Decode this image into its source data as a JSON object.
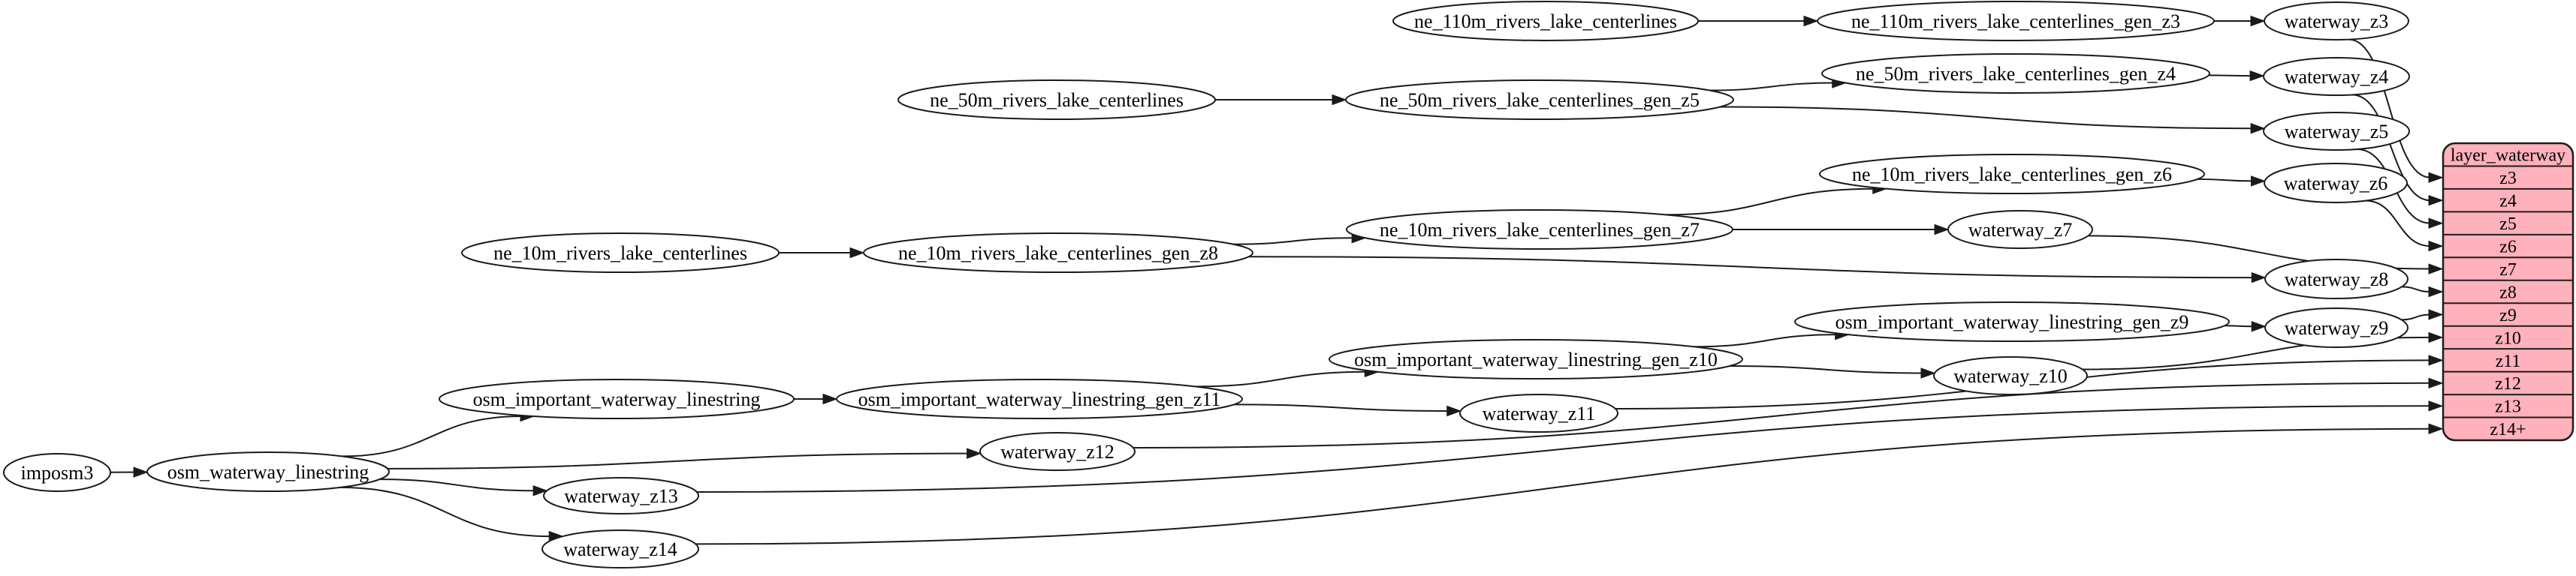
{
  "diagram": {
    "background_color": "#ffffff",
    "node_fill": "#ffffff",
    "node_stroke": "#1a1a1a",
    "edge_color": "#1a1a1a",
    "nodes": [
      {
        "id": "imposm3",
        "label": "imposm3"
      },
      {
        "id": "osm_waterway_linestring",
        "label": "osm_waterway_linestring"
      },
      {
        "id": "ne_10m_rivers_lake_centerlines",
        "label": "ne_10m_rivers_lake_centerlines"
      },
      {
        "id": "osm_important_waterway_linestring",
        "label": "osm_important_waterway_linestring"
      },
      {
        "id": "waterway_z13",
        "label": "waterway_z13"
      },
      {
        "id": "waterway_z14",
        "label": "waterway_z14"
      },
      {
        "id": "ne_50m_rivers_lake_centerlines",
        "label": "ne_50m_rivers_lake_centerlines"
      },
      {
        "id": "ne_10m_rivers_lake_centerlines_gen_z8",
        "label": "ne_10m_rivers_lake_centerlines_gen_z8"
      },
      {
        "id": "osm_important_waterway_linestring_gen_z11",
        "label": "osm_important_waterway_linestring_gen_z11"
      },
      {
        "id": "waterway_z12",
        "label": "waterway_z12"
      },
      {
        "id": "ne_110m_rivers_lake_centerlines",
        "label": "ne_110m_rivers_lake_centerlines"
      },
      {
        "id": "ne_50m_rivers_lake_centerlines_gen_z5",
        "label": "ne_50m_rivers_lake_centerlines_gen_z5"
      },
      {
        "id": "ne_10m_rivers_lake_centerlines_gen_z7",
        "label": "ne_10m_rivers_lake_centerlines_gen_z7"
      },
      {
        "id": "osm_important_waterway_linestring_gen_z10",
        "label": "osm_important_waterway_linestring_gen_z10"
      },
      {
        "id": "waterway_z11",
        "label": "waterway_z11"
      },
      {
        "id": "ne_110m_rivers_lake_centerlines_gen_z3",
        "label": "ne_110m_rivers_lake_centerlines_gen_z3"
      },
      {
        "id": "ne_50m_rivers_lake_centerlines_gen_z4",
        "label": "ne_50m_rivers_lake_centerlines_gen_z4"
      },
      {
        "id": "ne_10m_rivers_lake_centerlines_gen_z6",
        "label": "ne_10m_rivers_lake_centerlines_gen_z6"
      },
      {
        "id": "waterway_z7",
        "label": "waterway_z7"
      },
      {
        "id": "osm_important_waterway_linestring_gen_z9",
        "label": "osm_important_waterway_linestring_gen_z9"
      },
      {
        "id": "waterway_z10",
        "label": "waterway_z10"
      },
      {
        "id": "waterway_z3",
        "label": "waterway_z3"
      },
      {
        "id": "waterway_z4",
        "label": "waterway_z4"
      },
      {
        "id": "waterway_z5",
        "label": "waterway_z5"
      },
      {
        "id": "waterway_z6",
        "label": "waterway_z6"
      },
      {
        "id": "waterway_z8",
        "label": "waterway_z8"
      },
      {
        "id": "waterway_z9",
        "label": "waterway_z9"
      }
    ],
    "record": {
      "id": "layer_waterway",
      "title": "layer_waterway",
      "fill": "#ffb1bc",
      "stroke": "#1c1c1c",
      "rows": [
        {
          "id": "z3",
          "label": "z3"
        },
        {
          "id": "z4",
          "label": "z4"
        },
        {
          "id": "z5",
          "label": "z5"
        },
        {
          "id": "z6",
          "label": "z6"
        },
        {
          "id": "z7",
          "label": "z7"
        },
        {
          "id": "z8",
          "label": "z8"
        },
        {
          "id": "z9",
          "label": "z9"
        },
        {
          "id": "z10",
          "label": "z10"
        },
        {
          "id": "z11",
          "label": "z11"
        },
        {
          "id": "z12",
          "label": "z12"
        },
        {
          "id": "z13",
          "label": "z13"
        },
        {
          "id": "z14plus",
          "label": "z14+"
        }
      ]
    },
    "edges": [
      {
        "from": "imposm3",
        "to": "osm_waterway_linestring"
      },
      {
        "from": "osm_waterway_linestring",
        "to": "osm_important_waterway_linestring"
      },
      {
        "from": "osm_waterway_linestring",
        "to": "waterway_z12"
      },
      {
        "from": "osm_waterway_linestring",
        "to": "waterway_z13"
      },
      {
        "from": "osm_waterway_linestring",
        "to": "waterway_z14"
      },
      {
        "from": "ne_110m_rivers_lake_centerlines",
        "to": "ne_110m_rivers_lake_centerlines_gen_z3"
      },
      {
        "from": "ne_110m_rivers_lake_centerlines_gen_z3",
        "to": "waterway_z3"
      },
      {
        "from": "ne_50m_rivers_lake_centerlines",
        "to": "ne_50m_rivers_lake_centerlines_gen_z5"
      },
      {
        "from": "ne_50m_rivers_lake_centerlines_gen_z5",
        "to": "ne_50m_rivers_lake_centerlines_gen_z4"
      },
      {
        "from": "ne_50m_rivers_lake_centerlines_gen_z5",
        "to": "waterway_z5"
      },
      {
        "from": "ne_50m_rivers_lake_centerlines_gen_z4",
        "to": "waterway_z4"
      },
      {
        "from": "ne_10m_rivers_lake_centerlines",
        "to": "ne_10m_rivers_lake_centerlines_gen_z8"
      },
      {
        "from": "ne_10m_rivers_lake_centerlines_gen_z8",
        "to": "ne_10m_rivers_lake_centerlines_gen_z7"
      },
      {
        "from": "ne_10m_rivers_lake_centerlines_gen_z8",
        "to": "waterway_z8"
      },
      {
        "from": "ne_10m_rivers_lake_centerlines_gen_z7",
        "to": "ne_10m_rivers_lake_centerlines_gen_z6"
      },
      {
        "from": "ne_10m_rivers_lake_centerlines_gen_z7",
        "to": "waterway_z7"
      },
      {
        "from": "ne_10m_rivers_lake_centerlines_gen_z6",
        "to": "waterway_z6"
      },
      {
        "from": "osm_important_waterway_linestring",
        "to": "osm_important_waterway_linestring_gen_z11"
      },
      {
        "from": "osm_important_waterway_linestring_gen_z11",
        "to": "osm_important_waterway_linestring_gen_z10"
      },
      {
        "from": "osm_important_waterway_linestring_gen_z11",
        "to": "waterway_z11"
      },
      {
        "from": "osm_important_waterway_linestring_gen_z10",
        "to": "osm_important_waterway_linestring_gen_z9"
      },
      {
        "from": "osm_important_waterway_linestring_gen_z10",
        "to": "waterway_z10"
      },
      {
        "from": "osm_important_waterway_linestring_gen_z9",
        "to": "waterway_z9"
      },
      {
        "from": "waterway_z3",
        "to": "layer_waterway.z3"
      },
      {
        "from": "waterway_z4",
        "to": "layer_waterway.z4"
      },
      {
        "from": "waterway_z5",
        "to": "layer_waterway.z5"
      },
      {
        "from": "waterway_z6",
        "to": "layer_waterway.z6"
      },
      {
        "from": "waterway_z7",
        "to": "layer_waterway.z7"
      },
      {
        "from": "waterway_z8",
        "to": "layer_waterway.z8"
      },
      {
        "from": "waterway_z9",
        "to": "layer_waterway.z9"
      },
      {
        "from": "waterway_z10",
        "to": "layer_waterway.z10"
      },
      {
        "from": "waterway_z11",
        "to": "layer_waterway.z11"
      },
      {
        "from": "waterway_z12",
        "to": "layer_waterway.z12"
      },
      {
        "from": "waterway_z13",
        "to": "layer_waterway.z13"
      },
      {
        "from": "waterway_z14",
        "to": "layer_waterway.z14plus"
      }
    ]
  }
}
